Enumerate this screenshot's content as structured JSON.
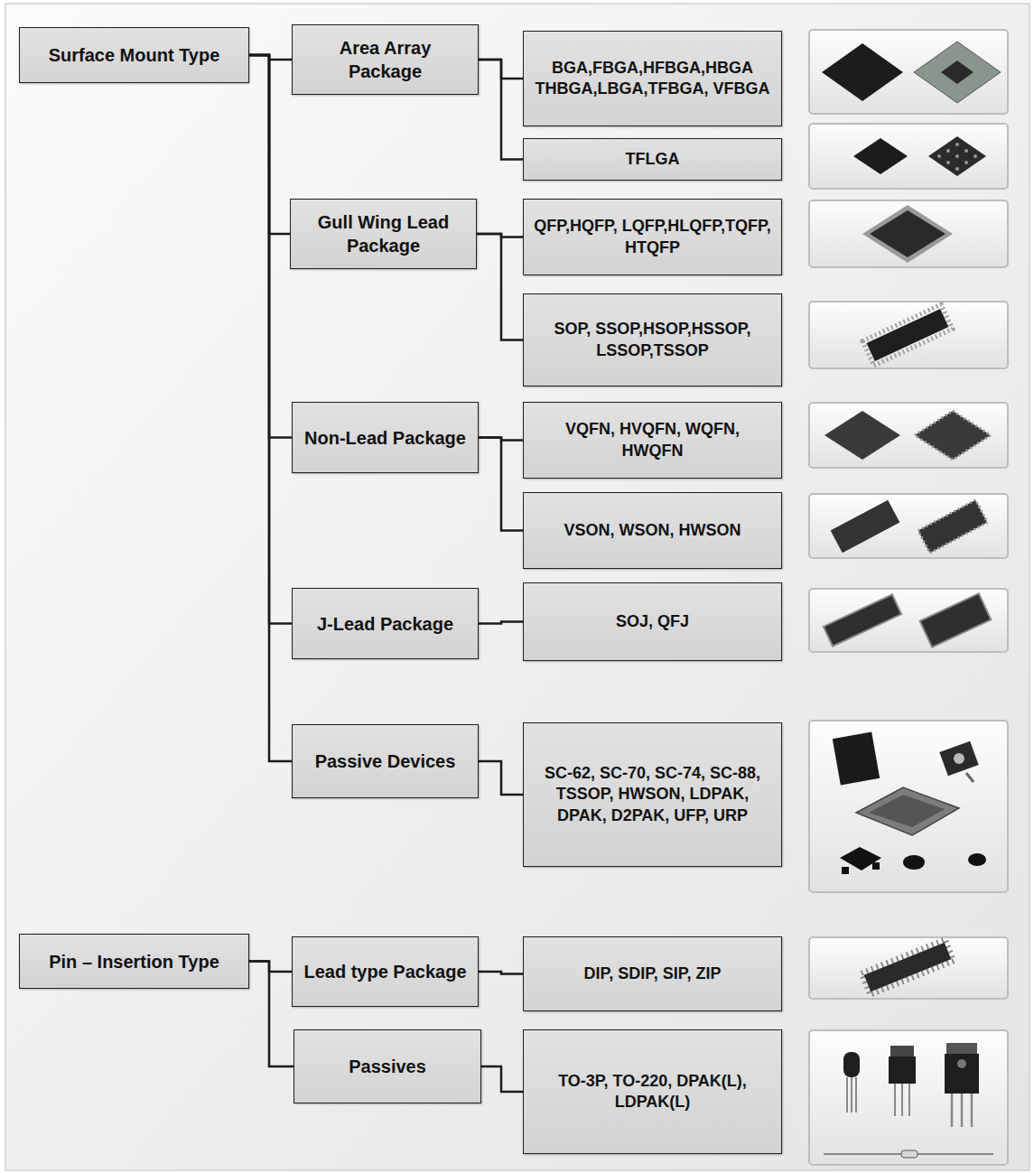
{
  "diagram": {
    "nodes": [
      {
        "text": [
          "Surface Mount Type"
        ]
      },
      {
        "text": [
          "Area Array Package"
        ]
      },
      {
        "text": [
          "BGA,FBGA,HFBGA,HBGA THBGA,LBGA,TFBGA, VFBGA"
        ]
      },
      {
        "text": [
          "TFLGA"
        ]
      },
      {
        "text": [
          "Gull Wing Lead Package"
        ]
      },
      {
        "text": [
          "QFP,HQFP, LQFP,HLQFP,TQFP, HTQFP"
        ]
      },
      {
        "text": [
          "SOP, SSOP,HSOP,HSSOP, LSSOP,TSSOP"
        ]
      },
      {
        "text": [
          "Non-Lead Package"
        ]
      },
      {
        "text": [
          "VQFN, HVQFN, WQFN, HWQFN"
        ]
      },
      {
        "text": [
          "VSON, WSON, HWSON"
        ]
      },
      {
        "text": [
          "J-Lead Package"
        ]
      },
      {
        "text": [
          "SOJ, QFJ"
        ]
      },
      {
        "text": [
          "Passive Devices"
        ]
      },
      {
        "text": [
          "SC-62, SC-70, SC-74, SC-88, TSSOP, HWSON, LDPAK, DPAK, D2PAK, UFP, URP"
        ]
      },
      {
        "text": [
          "Pin – Insertion Type"
        ]
      },
      {
        "text": [
          "Lead type Package"
        ]
      },
      {
        "text": [
          "DIP, SDIP, SIP, ZIP"
        ]
      },
      {
        "text": [
          "Passives"
        ]
      },
      {
        "text": [
          "TO-3P, TO-220, DPAK(L), LDPAK(L)"
        ]
      }
    ],
    "edges": [
      {
        "from": 0,
        "to": 1,
        "arrow": "none"
      },
      {
        "from": 1,
        "to": 2,
        "arrow": "none"
      },
      {
        "from": 1,
        "to": 3,
        "arrow": "none"
      },
      {
        "from": 0,
        "to": 4,
        "arrow": "none"
      },
      {
        "from": 4,
        "to": 5,
        "arrow": "none"
      },
      {
        "from": 4,
        "to": 6,
        "arrow": "none"
      },
      {
        "from": 0,
        "to": 7,
        "arrow": "none"
      },
      {
        "from": 7,
        "to": 8,
        "arrow": "none"
      },
      {
        "from": 7,
        "to": 9,
        "arrow": "none"
      },
      {
        "from": 0,
        "to": 10,
        "arrow": "none"
      },
      {
        "from": 10,
        "to": 11,
        "arrow": "none"
      },
      {
        "from": 0,
        "to": 12,
        "arrow": "none"
      },
      {
        "from": 12,
        "to": 13,
        "arrow": "none"
      },
      {
        "from": 14,
        "to": 15,
        "arrow": "none"
      },
      {
        "from": 15,
        "to": 16,
        "arrow": "none"
      },
      {
        "from": 14,
        "to": 17,
        "arrow": "none"
      },
      {
        "from": 17,
        "to": 18,
        "arrow": "none"
      }
    ]
  }
}
